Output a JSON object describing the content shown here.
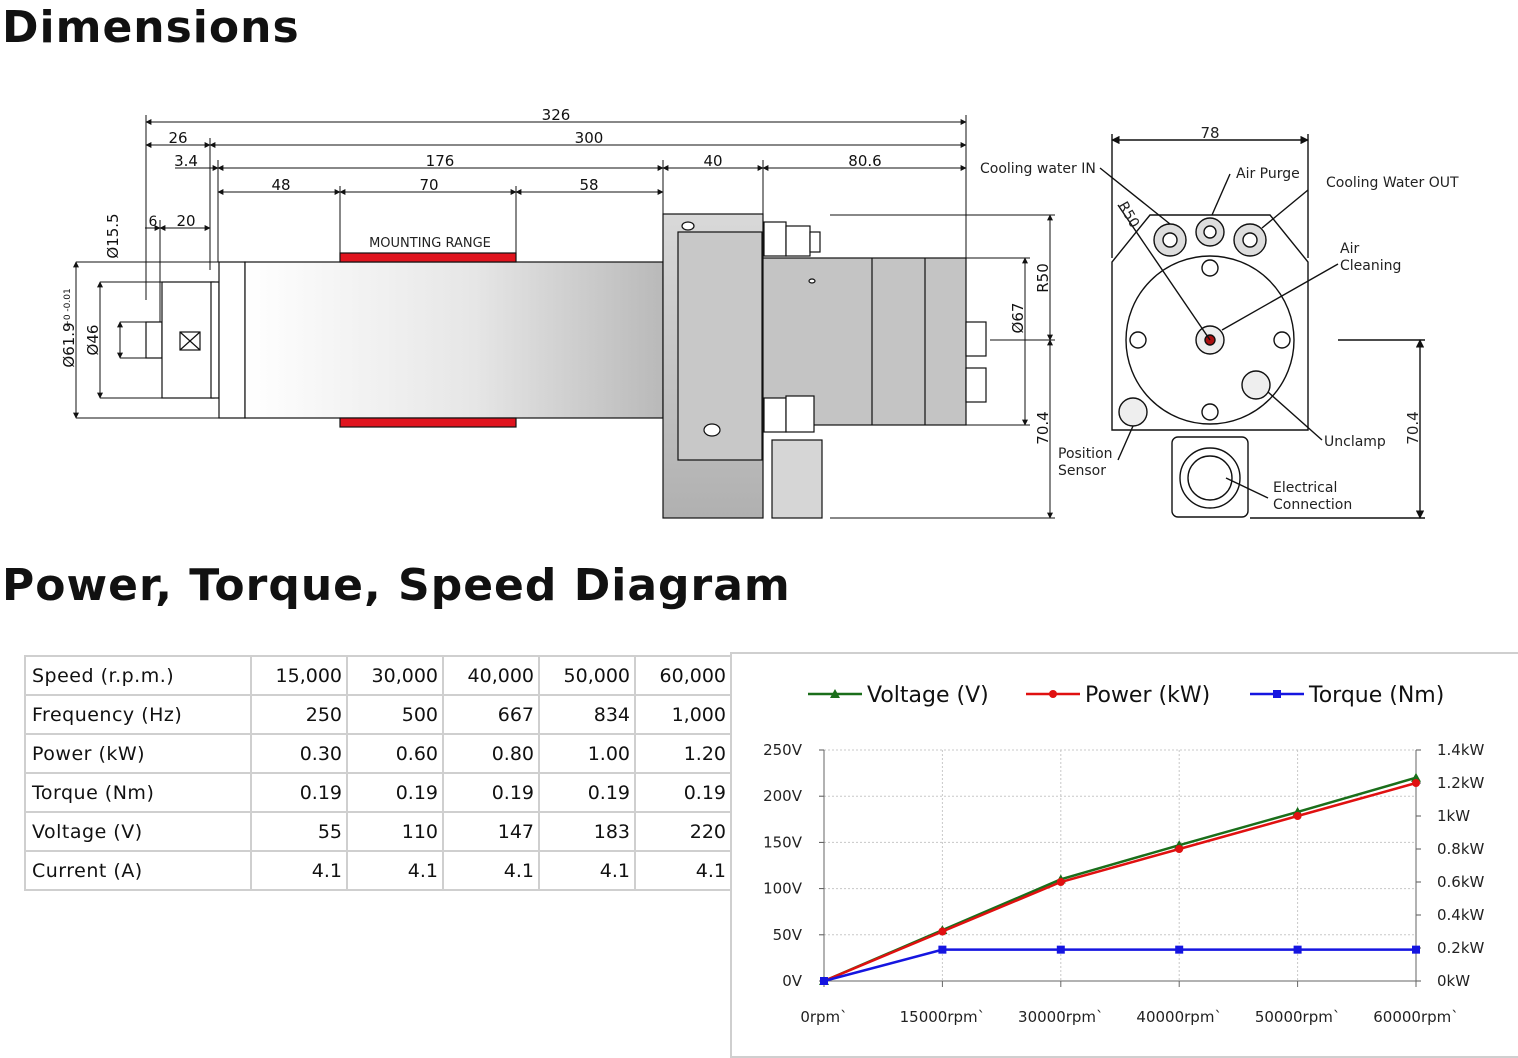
{
  "sections": {
    "dimensions_title": "Dimensions",
    "diagram_title": "Power, Torque, Speed Diagram"
  },
  "drawing": {
    "dims_top": [
      "326",
      "26",
      "300",
      "3.4",
      "176",
      "40",
      "80.6",
      "48",
      "70",
      "58"
    ],
    "dims_left": [
      "Ø15.5",
      "6",
      "20",
      "Ø46",
      "Ø61.9"
    ],
    "tolerance": "+0 -0.01",
    "mounting_label": "MOUNTING RANGE",
    "dims_right_side": [
      "R50",
      "Ø67",
      "70.4"
    ],
    "end_view": {
      "width_dim": "78",
      "radius": "R50",
      "height_dim": "70.4",
      "labels": {
        "cooling_in": "Cooling water IN",
        "air_purge": "Air Purge",
        "cooling_out": "Cooling Water OUT",
        "air_cleaning_1": "Air",
        "air_cleaning_2": "Cleaning",
        "unclamp": "Unclamp",
        "position_sensor_1": "Position",
        "position_sensor_2": "Sensor",
        "electrical_1": "Electrical",
        "electrical_2": "Connection"
      }
    }
  },
  "spec_table": {
    "rows": [
      {
        "label": "Speed (r.p.m.)",
        "values": [
          "15,000",
          "30,000",
          "40,000",
          "50,000",
          "60,000"
        ]
      },
      {
        "label": "Frequency (Hz)",
        "values": [
          "250",
          "500",
          "667",
          "834",
          "1,000"
        ]
      },
      {
        "label": "Power (kW)",
        "values": [
          "0.30",
          "0.60",
          "0.80",
          "1.00",
          "1.20"
        ]
      },
      {
        "label": "Torque (Nm)",
        "values": [
          "0.19",
          "0.19",
          "0.19",
          "0.19",
          "0.19"
        ]
      },
      {
        "label": "Voltage (V)",
        "values": [
          "55",
          "110",
          "147",
          "183",
          "220"
        ]
      },
      {
        "label": "Current (A)",
        "values": [
          "4.1",
          "4.1",
          "4.1",
          "4.1",
          "4.1"
        ]
      }
    ]
  },
  "chart_data": {
    "type": "line",
    "categories": [
      "0rpm`",
      "15000rpm`",
      "30000rpm`",
      "40000rpm`",
      "50000rpm`",
      "60000rpm`"
    ],
    "y_left": {
      "ticks": [
        "0V",
        "50V",
        "100V",
        "150V",
        "200V",
        "250V"
      ],
      "ylim": [
        0,
        250
      ]
    },
    "y_right": {
      "ticks": [
        "0kW",
        "0.2kW",
        "0.4kW",
        "0.6kW",
        "0.8kW",
        "1kW",
        "1.2kW",
        "1.4kW"
      ],
      "ylim": [
        0,
        1.4
      ]
    },
    "series": [
      {
        "name": "Voltage (V)",
        "axis": "left",
        "color": "#1a6e1a",
        "marker": "triangle",
        "values": [
          0,
          55,
          110,
          147,
          183,
          220
        ]
      },
      {
        "name": "Power (kW)",
        "axis": "right",
        "color": "#e01010",
        "marker": "circle",
        "values": [
          0,
          0.3,
          0.6,
          0.8,
          1.0,
          1.2
        ]
      },
      {
        "name": "Torque (Nm)",
        "axis": "right",
        "color": "#1515e0",
        "marker": "square",
        "values": [
          0,
          0.19,
          0.19,
          0.19,
          0.19,
          0.19
        ]
      }
    ],
    "grid": true,
    "legend": "top"
  }
}
